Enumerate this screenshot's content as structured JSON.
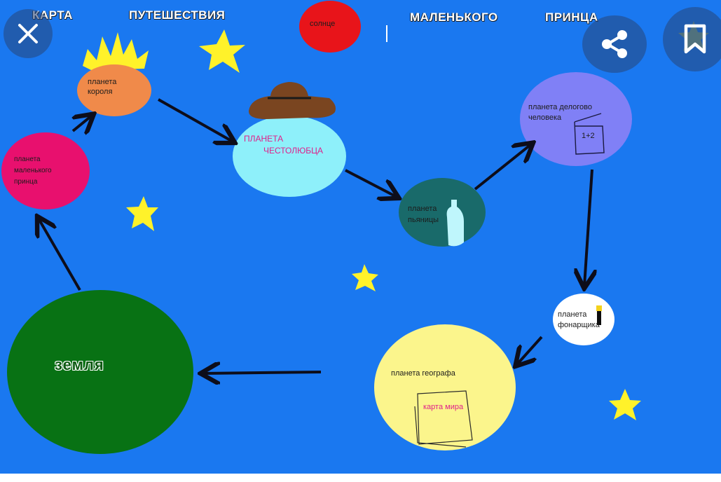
{
  "title_words": [
    "КАРТА",
    "ПУТЕШЕСТВИЯ",
    "МАЛЕНЬКОГО",
    "ПРИНЦА"
  ],
  "sun_label": "солнце",
  "planets": {
    "king": [
      "планета",
      "короля"
    ],
    "little_prince": [
      "планета",
      "маленького",
      "принца"
    ],
    "vain": [
      "ПЛАНЕТА",
      "ЧЕСТОЛЮБЦА"
    ],
    "drunkard": [
      "планета",
      "пьяницы"
    ],
    "businessman": [
      "планета делогово",
      "человека"
    ],
    "businessman_note": "1+2",
    "lamplighter": [
      "планета",
      "фонарщика"
    ],
    "geographer": "планета географа",
    "geographer_book": "карта мира",
    "earth": "земля"
  },
  "controls": {
    "close_icon": "close-icon",
    "share_icon": "share-icon",
    "bookmark_icon": "bookmark-icon"
  },
  "colors": {
    "background": "#1a78f0",
    "sun": "#e8141a",
    "king_planet": "#f08a4a",
    "little_prince_planet": "#e8106e",
    "vain_planet": "#8ef0fa",
    "drunkard_planet": "#196a6a",
    "businessman_planet": "#8080f6",
    "lamplighter_planet": "#ffffff",
    "geographer_planet": "#fbf58c",
    "earth_planet": "#087214",
    "stars": "#fff22a",
    "arrows": "#0d0d1a"
  }
}
